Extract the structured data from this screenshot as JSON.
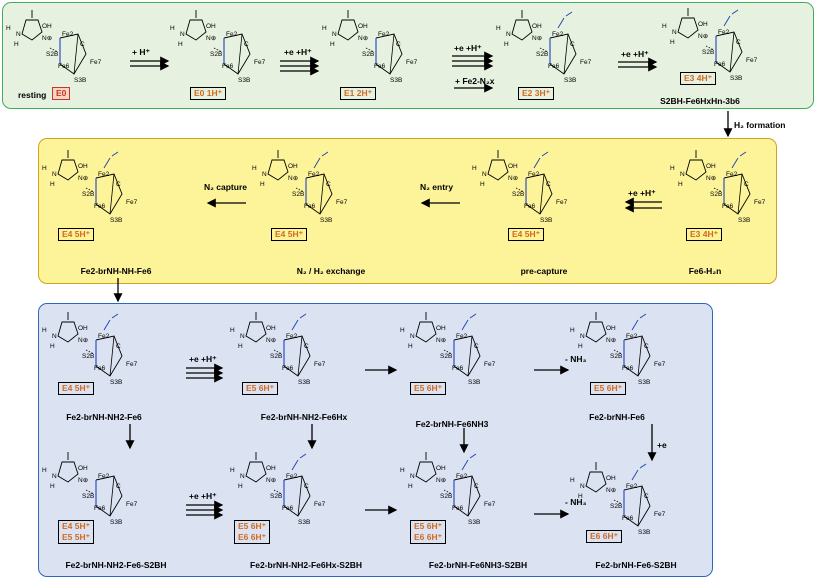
{
  "colors": {
    "green_panel": "#e6f2df",
    "yellow_panel": "#fdf49a",
    "blue_panel": "#dbe3f3",
    "badge_text": "#d2691e",
    "n2_color": "#1f3fb0"
  },
  "top_row": {
    "resting": "resting",
    "badges": [
      "E0",
      "E0 1H⁺",
      "E1 2H⁺",
      "E2 3H⁺",
      "E3 4H⁺"
    ],
    "arrows": [
      "+ H⁺",
      "+e +H⁺",
      "+e +H⁺",
      "+ Fe2-N₂x",
      "+e +H⁺"
    ],
    "name_e3": "S2BH-Fe6HxHn-3b6"
  },
  "transition": "H₂ formation",
  "yellow_row": {
    "badges": [
      "E4 5H⁺",
      "E4 5H⁺",
      "E4 5H⁺",
      "E3 4H⁺"
    ],
    "names": [
      "Fe2-brNH-NH-Fe6",
      "N₂ / H₂ exchange",
      "pre-capture",
      "Fe6-H₂n"
    ],
    "arrows": [
      "N₂ capture",
      "N₂ entry",
      "+e +H⁺"
    ]
  },
  "blue_row1": {
    "badges": [
      "E4 5H⁺",
      "E5 6H⁺",
      "E5 6H⁺",
      "E5 6H⁺"
    ],
    "names": [
      "Fe2-brNH-NH2-Fe6",
      "Fe2-brNH-NH2-Fe6Hx",
      "Fe2-brNH-Fe6NH3",
      "Fe2-brNH-Fe6"
    ],
    "arrows": [
      "+e +H⁺",
      "",
      "- NH₃"
    ],
    "down_arrow": "+e"
  },
  "blue_row2": {
    "badges": [
      [
        "E4 5H⁺",
        "E5 5H⁺"
      ],
      [
        "E5 6H⁺",
        "E6 6H⁺"
      ],
      [
        "E5 6H⁺",
        "E6 6H⁺"
      ],
      [
        "E6 6H⁺"
      ]
    ],
    "names": [
      "Fe2-brNH-NH2-Fe6-S2BH",
      "Fe2-brNH-NH2-Fe6Hx-S2BH",
      "Fe2-brNH-Fe6NH3-S2BH",
      "Fe2-brNH-Fe6-S2BH"
    ],
    "arrows": [
      "+e +H⁺",
      "",
      "- NH₃"
    ]
  },
  "atoms": {
    "fe2": "Fe2",
    "fe6": "Fe6",
    "fe7": "Fe7",
    "s2b": "S2B",
    "s3b": "S3B",
    "c": "C",
    "h": "H",
    "n": "N",
    "nh": "N - H",
    "nplus": "N⊕",
    "oh": "OH",
    "ring_c": "C",
    "ring_n": "N"
  }
}
